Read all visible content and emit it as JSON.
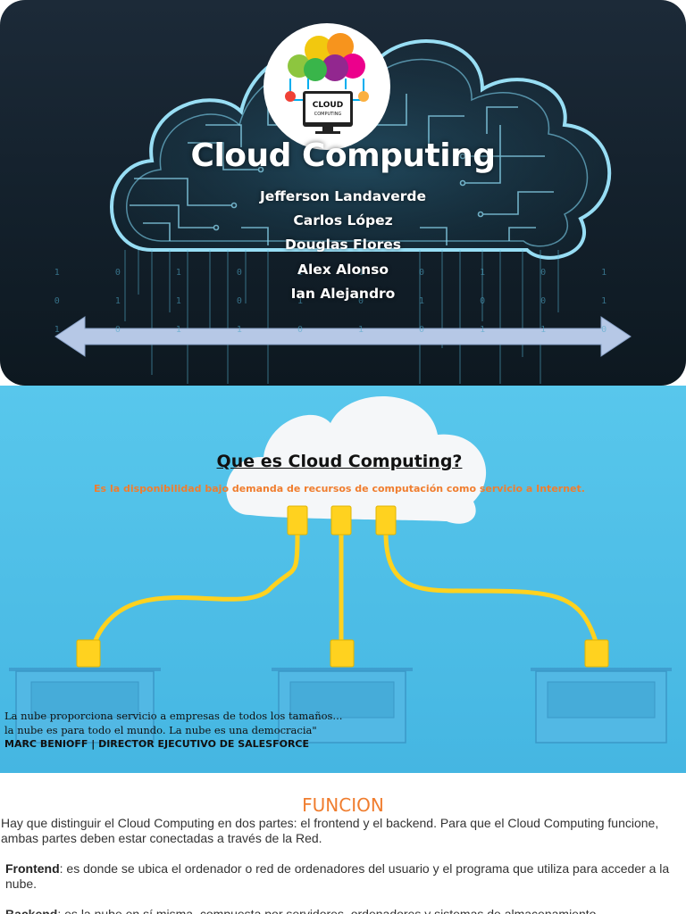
{
  "slide1": {
    "logo_text_top": "CLOUD",
    "logo_text_bottom": "COMPUTING",
    "title": "Cloud Computing",
    "authors": [
      "Jefferson Landaverde",
      "Carlos López",
      "Douglas Flores",
      "Alex Alonso",
      "Ian Alejandro"
    ],
    "binary_rows": [
      "1 0 1 0 1 1 0 1 0 1",
      "0 1 1 0 1 0 1 0 0 1",
      "1 0 1 1 0 1 0 1 1 0"
    ],
    "colors": {
      "background": "#14212c",
      "cloud_glow": "#8fe0ff",
      "arrow_fill": "#b6c8e6"
    }
  },
  "slide2": {
    "title": "Que es Cloud Computing?",
    "definition": "Es la disponibilidad bajo demanda de recursos de computación como servicio a Internet.",
    "quote_line1": "La nube proporciona servicio a empresas de todos los tamaños...",
    "quote_line2": "la nube es para todo el mundo. La nube es una democracia\"",
    "quote_author": "MARC BENIOFF | DIRECTOR EJECUTIVO DE SALESFORCE",
    "colors": {
      "background": "#4fbfe8",
      "definition": "#f07d2e",
      "cable": "#ffd21f"
    }
  },
  "section3": {
    "heading": "FUNCION",
    "paragraph1": "Hay que distinguir el Cloud Computing en dos partes: el frontend y el backend. Para que el Cloud Computing funcione, ambas partes deben estar conectadas a través de la Red.",
    "frontend_term": "Frontend",
    "frontend_text": ": es donde se ubica el ordenador o red de ordenadores del usuario y el programa que utiliza para acceder a la nube.",
    "backend_term": "Backend",
    "backend_text": ": es la nube en sí misma, compuesta por servidores, ordenadores y sistemas de almacenamiento.",
    "colors": {
      "heading": "#f07d2e"
    }
  }
}
